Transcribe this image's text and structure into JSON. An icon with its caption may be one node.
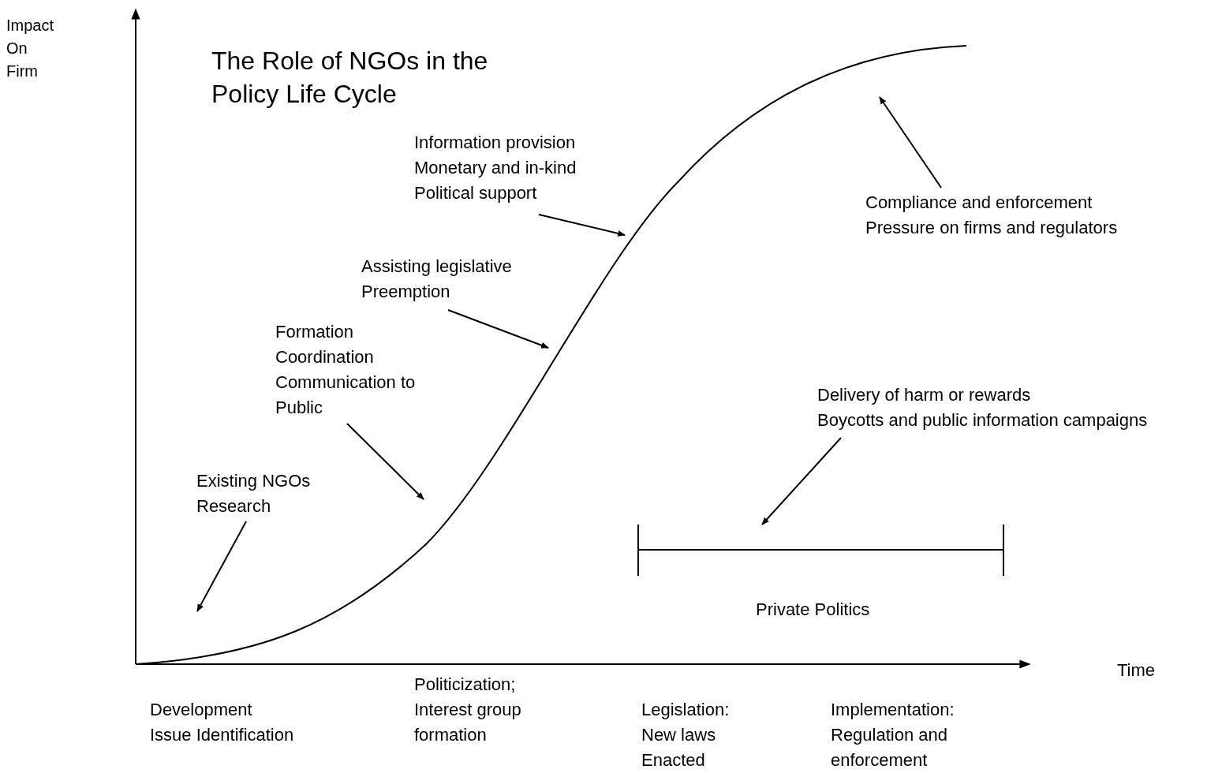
{
  "diagram": {
    "title": "The Role of NGOs in the Policy Life Cycle",
    "nodes": [
      {
        "text": [
          "Existing NGOs",
          "Research"
        ]
      },
      {
        "text": [
          "Formation",
          "Coordination",
          "Communication to Public"
        ]
      },
      {
        "text": [
          "Assisting legislative Preemption"
        ]
      },
      {
        "text": [
          "Information provision",
          "Monetary and in-kind",
          "Political support"
        ]
      },
      {
        "text": [
          "Compliance and enforcement",
          "Pressure on firms and regulators"
        ]
      },
      {
        "text": [
          "Delivery of harm or rewards",
          "Boycotts and public information campaigns"
        ]
      },
      {
        "text": [],
        "shape": "bar",
        "beside": [
          "Private Politics"
        ]
      }
    ],
    "edges": [
      {
        "from": 0,
        "to": null,
        "arrow": "to"
      },
      {
        "from": 1,
        "to": null,
        "arrow": "to"
      },
      {
        "from": 2,
        "to": null,
        "arrow": "to"
      },
      {
        "from": 3,
        "to": null,
        "arrow": "to"
      },
      {
        "from": 4,
        "to": null,
        "arrow": "to"
      },
      {
        "from": 5,
        "to": 6,
        "arrow": "to"
      }
    ],
    "labels": [
      "Impact On Firm",
      "Time",
      "Development",
      "Issue Identification",
      "Politicization; Interest group formation",
      "Legislation: New laws Enacted",
      "Implementation: Regulation and enforcement"
    ]
  }
}
